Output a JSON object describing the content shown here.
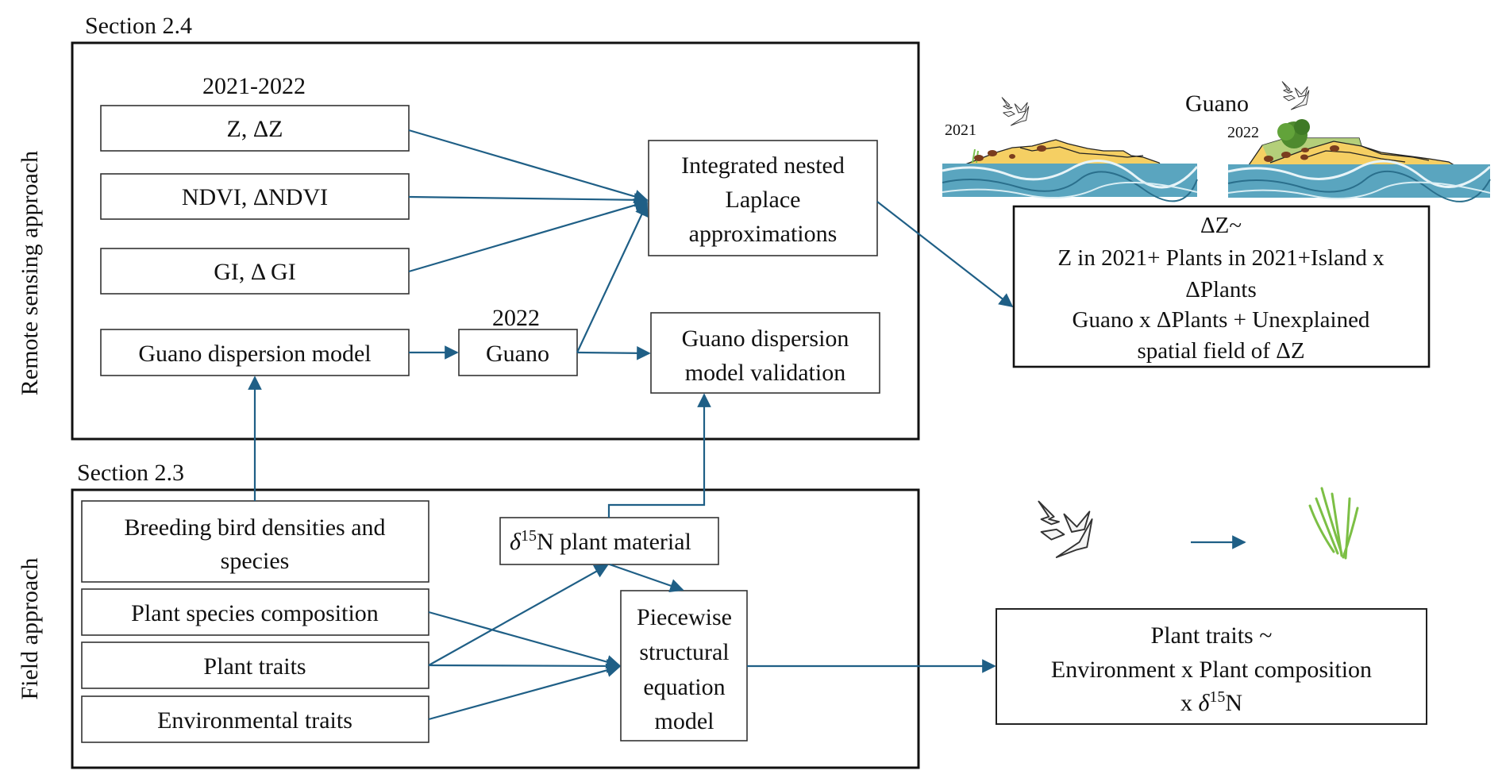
{
  "sections": {
    "remote": {
      "heading": "Section 2.4",
      "side_label": "Remote sensing approach",
      "period_label": "2021-2022",
      "guano_year_label": "2022",
      "inputs": [
        "Z, ΔZ",
        "NDVI, ΔNDVI",
        "GI, Δ GI",
        "Guano dispersion model"
      ],
      "guano_node": "Guano",
      "inla_lines": [
        "Integrated nested",
        "Laplace",
        "approximations"
      ],
      "validation_lines": [
        "Guano dispersion",
        "model validation"
      ]
    },
    "field": {
      "heading": "Section 2.3",
      "side_label": "Field approach",
      "inputs": [
        {
          "lines": [
            "Breeding bird densities and",
            "species"
          ]
        },
        {
          "lines": [
            "Plant species composition"
          ]
        },
        {
          "lines": [
            "Plant traits"
          ]
        },
        {
          "lines": [
            "Environmental traits"
          ]
        }
      ],
      "isotope_node": {
        "delta": "δ",
        "superscript": "15",
        "rest": "N plant material"
      },
      "sem_lines": [
        "Piecewise",
        "structural",
        "equation",
        "model"
      ]
    }
  },
  "outputs": {
    "remote_model": {
      "lines": [
        "ΔZ~",
        "Z in 2021+ Plants in 2021+Island x",
        "ΔPlants",
        "Guano x ΔPlants + Unexplained",
        "spatial field of ΔZ"
      ]
    },
    "field_model": {
      "line1": "Plant traits ~",
      "line2": "Environment x Plant composition",
      "line3_prefix": "x ",
      "line3_delta": "δ",
      "line3_sup": "15",
      "line3_rest": "N"
    }
  },
  "illustrations": {
    "guano_title": "Guano",
    "year_left": "2021",
    "year_right": "2022",
    "icons": [
      "seabirds-icon",
      "island-2021-icon",
      "island-2022-icon",
      "grass-icon"
    ]
  },
  "colors": {
    "arrow": "#1f5f86",
    "sand": "#f5cf63",
    "vegetation": "#8fc16a",
    "sea": "#5aa5bf",
    "nest": "#7a3d1e"
  }
}
